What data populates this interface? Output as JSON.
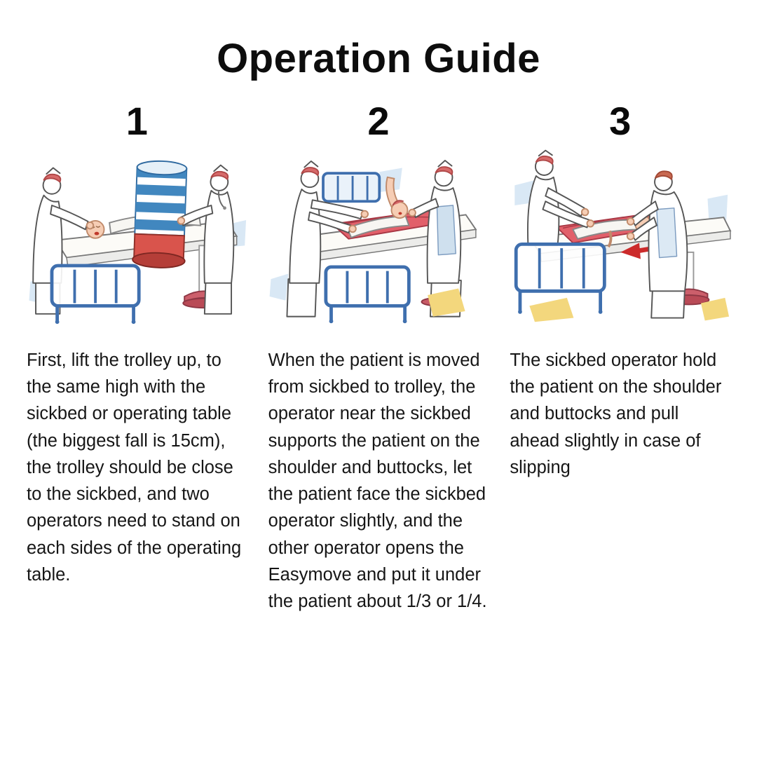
{
  "page": {
    "title": "Operation Guide"
  },
  "steps": [
    {
      "number": "1",
      "description": "First, lift the trolley up, to the same high with the sickbed or operating table (the biggest fall is 15cm), the trolley should be close to the sickbed, and two operators need to stand on each sides of the operating table."
    },
    {
      "number": "2",
      "description": "When the patient is moved from sickbed to trolley, the operator near the sickbed supports the patient on the shoulder and buttocks, let the patient face the sickbed operator slightly, and the other operator opens the Easymove and put it under the patient about 1/3 or 1/4."
    },
    {
      "number": "3",
      "description": "The sickbed operator hold the patient on the shoulder and buttocks and pull ahead slightly in case of slipping"
    }
  ],
  "colors": {
    "bed_rail_blue": "#3f6fae",
    "easymove_red": "#d9544c",
    "easymove_blue": "#4187bf",
    "highlight_yellow": "#f3d77d",
    "skin_tone": "#f6cdb4"
  }
}
